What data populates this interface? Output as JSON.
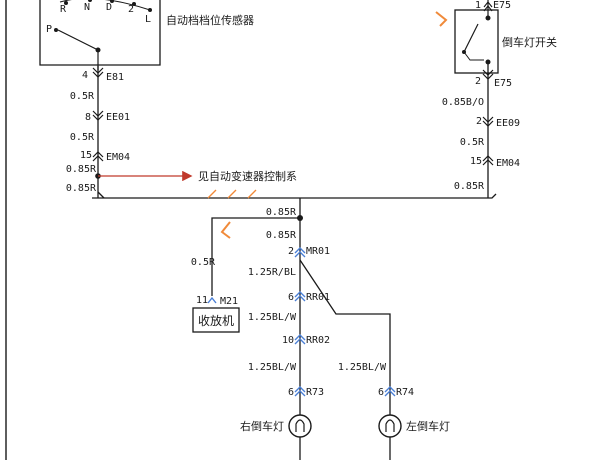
{
  "sensor": {
    "label": "自动档档位传感器",
    "positions": [
      "R",
      "N",
      "D",
      "2",
      "L",
      "P"
    ],
    "connector_pin": "4",
    "connector": "E81",
    "wire_1": "0.5R",
    "ee01_pin": "8",
    "ee01": "EE01",
    "wire_2": "0.5R",
    "em04_pin": "15",
    "em04": "EM04",
    "wire_3": "0.85R",
    "wire_4": "0.85R",
    "arrow_note": "见自动变速器控制系"
  },
  "reverse_switch": {
    "label": "倒车灯开关",
    "top_pin": "1",
    "top_connector": "E75",
    "bottom_pin": "2",
    "bottom_connector": "E75",
    "wire_1": "0.85B/O",
    "ee09_pin": "2",
    "ee09": "EE09",
    "wire_2": "0.5R",
    "em04_pin": "15",
    "em04": "EM04",
    "wire_3": "0.85R"
  },
  "junction": {
    "wire_above": "0.85R",
    "wire_below": "0.85R",
    "mr01_pin": "2",
    "mr01": "MR01"
  },
  "radio": {
    "label": "收放机",
    "wire": "0.5R",
    "pin": "11",
    "connector": "M21"
  },
  "right_lamp": {
    "label": "右倒车灯",
    "wire_1": "1.25R/BL",
    "rr01_pin": "6",
    "rr01": "RR01",
    "wire_2": "1.25BL/W",
    "rr02_pin": "10",
    "rr02": "RR02",
    "wire_3": "1.25BL/W",
    "r73_pin": "6",
    "r73": "R73"
  },
  "left_lamp": {
    "label": "左倒车灯",
    "wire": "1.25BL/W",
    "r74_pin": "6",
    "r74": "R74"
  },
  "colors": {
    "wire": "#1a1a1a",
    "connector_blue": "#4a7fd6",
    "arrow_red": "#c0392b",
    "accent_orange": "#f08a3a"
  }
}
